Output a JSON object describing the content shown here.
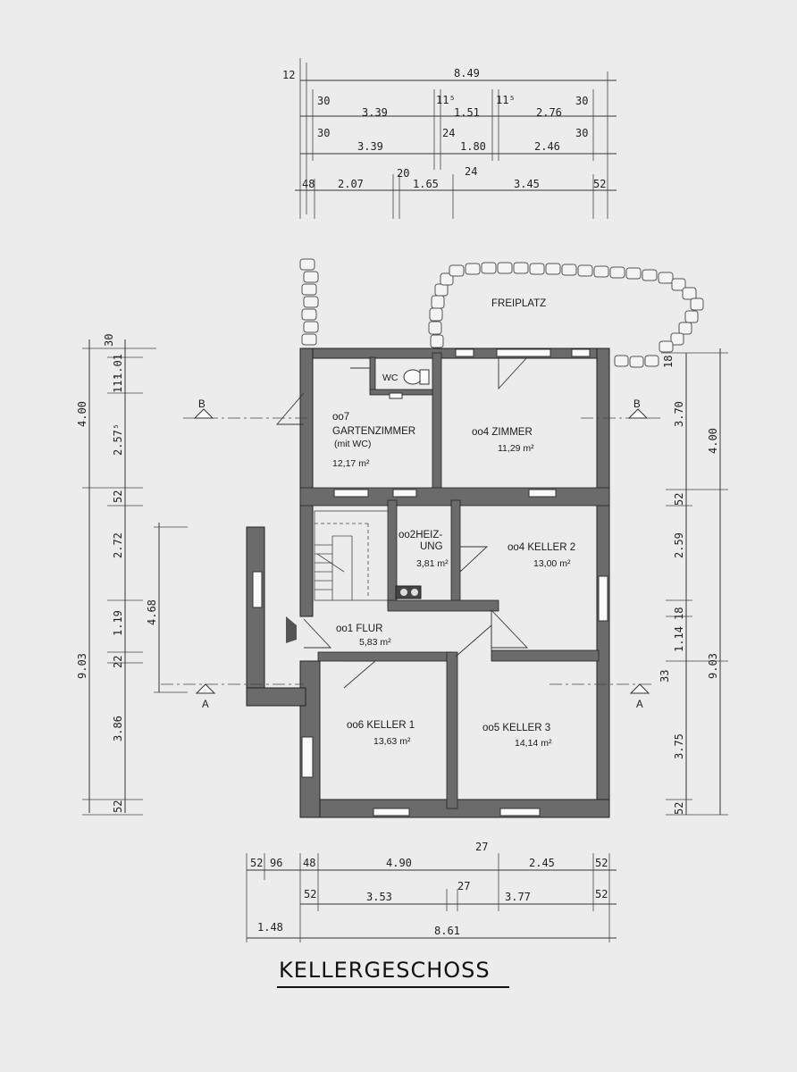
{
  "title": "KELLERGESCHOSS",
  "outside": {
    "freiplatz": "FREIPLATZ"
  },
  "sections": {
    "a": "A",
    "b": "B"
  },
  "rooms": [
    {
      "number": "oo7",
      "name": "GARTENZIMMER",
      "note": "(mit WC)",
      "area": "12,17 m²"
    },
    {
      "number": "oo4",
      "name": "ZIMMER",
      "area": "11,29 m²"
    },
    {
      "number": "oo2",
      "name": "HEIZ-",
      "name2": "UNG",
      "area": "3,81 m²"
    },
    {
      "number": "oo4",
      "name": "KELLER 2",
      "area": "13,00 m²"
    },
    {
      "number": "oo1",
      "name": "FLUR",
      "area": "5,83 m²"
    },
    {
      "number": "oo6",
      "name": "KELLER 1",
      "area": "13,63 m²"
    },
    {
      "number": "oo5",
      "name": "KELLER 3",
      "area": "14,14 m²"
    }
  ],
  "wc": "WC",
  "dims": {
    "top": {
      "overall": "8.49",
      "left_offset": "12",
      "row1": [
        "30",
        "3.39",
        "11⁵",
        "1.51",
        "11⁵",
        "2.76",
        "30"
      ],
      "row2": [
        "30",
        "3.39",
        "24",
        "1.80",
        "2.46",
        "30"
      ],
      "row3": [
        "48",
        "2.07",
        "20",
        "1.65",
        "24",
        "3.45",
        "52"
      ]
    },
    "bottom": {
      "row1": [
        "52",
        "96",
        "48",
        "4.90",
        "27",
        "2.45",
        "52"
      ],
      "row2": [
        "52",
        "3.53",
        "27",
        "3.77",
        "52"
      ],
      "row3": [
        "1.48",
        "8.61"
      ]
    },
    "left": {
      "outer": [
        "4.00",
        "9.03"
      ],
      "mid": [
        "30",
        "1.01",
        "2.57⁵",
        "11⁵",
        "52",
        "2.72",
        "1.19",
        "22",
        "3.86",
        "52"
      ],
      "inner": [
        "4.68"
      ]
    },
    "right": {
      "inner": [
        "18",
        "3.70",
        "52",
        "2.59",
        "18",
        "1.14",
        "33",
        "3.75",
        "52"
      ],
      "outer": [
        "4.00",
        "9.03"
      ]
    }
  }
}
